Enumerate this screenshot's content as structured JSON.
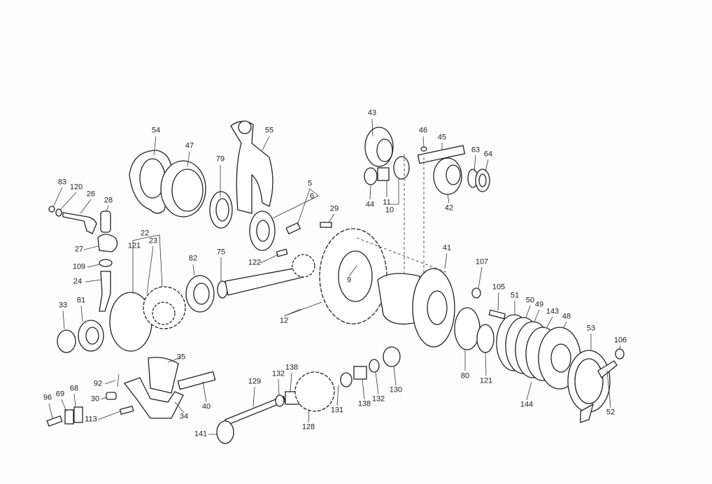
{
  "diagram": {
    "type": "exploded-parts-view",
    "labels": [
      {
        "id": "54",
        "text": "54"
      },
      {
        "id": "47",
        "text": "47"
      },
      {
        "id": "79",
        "text": "79"
      },
      {
        "id": "55",
        "text": "55"
      },
      {
        "id": "5",
        "text": "5"
      },
      {
        "id": "6",
        "text": "6"
      },
      {
        "id": "29",
        "text": "29"
      },
      {
        "id": "43",
        "text": "43"
      },
      {
        "id": "46",
        "text": "46"
      },
      {
        "id": "45",
        "text": "45"
      },
      {
        "id": "63",
        "text": "63"
      },
      {
        "id": "64",
        "text": "64"
      },
      {
        "id": "44",
        "text": "44"
      },
      {
        "id": "11",
        "text": "11"
      },
      {
        "id": "10",
        "text": "10"
      },
      {
        "id": "42",
        "text": "42"
      },
      {
        "id": "83",
        "text": "83"
      },
      {
        "id": "120",
        "text": "120"
      },
      {
        "id": "26",
        "text": "26"
      },
      {
        "id": "28",
        "text": "28"
      },
      {
        "id": "27",
        "text": "27"
      },
      {
        "id": "22",
        "text": "22"
      },
      {
        "id": "121a",
        "text": "121"
      },
      {
        "id": "23",
        "text": "23"
      },
      {
        "id": "109",
        "text": "109"
      },
      {
        "id": "24",
        "text": "24"
      },
      {
        "id": "82",
        "text": "82"
      },
      {
        "id": "75",
        "text": "75"
      },
      {
        "id": "122",
        "text": "122"
      },
      {
        "id": "9",
        "text": "9"
      },
      {
        "id": "41",
        "text": "41"
      },
      {
        "id": "107",
        "text": "107"
      },
      {
        "id": "105",
        "text": "105"
      },
      {
        "id": "51",
        "text": "51"
      },
      {
        "id": "50",
        "text": "50"
      },
      {
        "id": "49",
        "text": "49"
      },
      {
        "id": "143",
        "text": "143"
      },
      {
        "id": "48",
        "text": "48"
      },
      {
        "id": "33",
        "text": "33"
      },
      {
        "id": "81",
        "text": "81"
      },
      {
        "id": "12",
        "text": "12"
      },
      {
        "id": "53",
        "text": "53"
      },
      {
        "id": "106",
        "text": "106"
      },
      {
        "id": "80",
        "text": "80"
      },
      {
        "id": "121b",
        "text": "121"
      },
      {
        "id": "144",
        "text": "144"
      },
      {
        "id": "52",
        "text": "52"
      },
      {
        "id": "35",
        "text": "35"
      },
      {
        "id": "92",
        "text": "92"
      },
      {
        "id": "30",
        "text": "30"
      },
      {
        "id": "96",
        "text": "96"
      },
      {
        "id": "69",
        "text": "69"
      },
      {
        "id": "68",
        "text": "68"
      },
      {
        "id": "34",
        "text": "34"
      },
      {
        "id": "40",
        "text": "40"
      },
      {
        "id": "113",
        "text": "113"
      },
      {
        "id": "129",
        "text": "129"
      },
      {
        "id": "132a",
        "text": "132"
      },
      {
        "id": "138a",
        "text": "138"
      },
      {
        "id": "128",
        "text": "128"
      },
      {
        "id": "131",
        "text": "131"
      },
      {
        "id": "138b",
        "text": "138"
      },
      {
        "id": "132b",
        "text": "132"
      },
      {
        "id": "130",
        "text": "130"
      },
      {
        "id": "141",
        "text": "141"
      }
    ]
  }
}
